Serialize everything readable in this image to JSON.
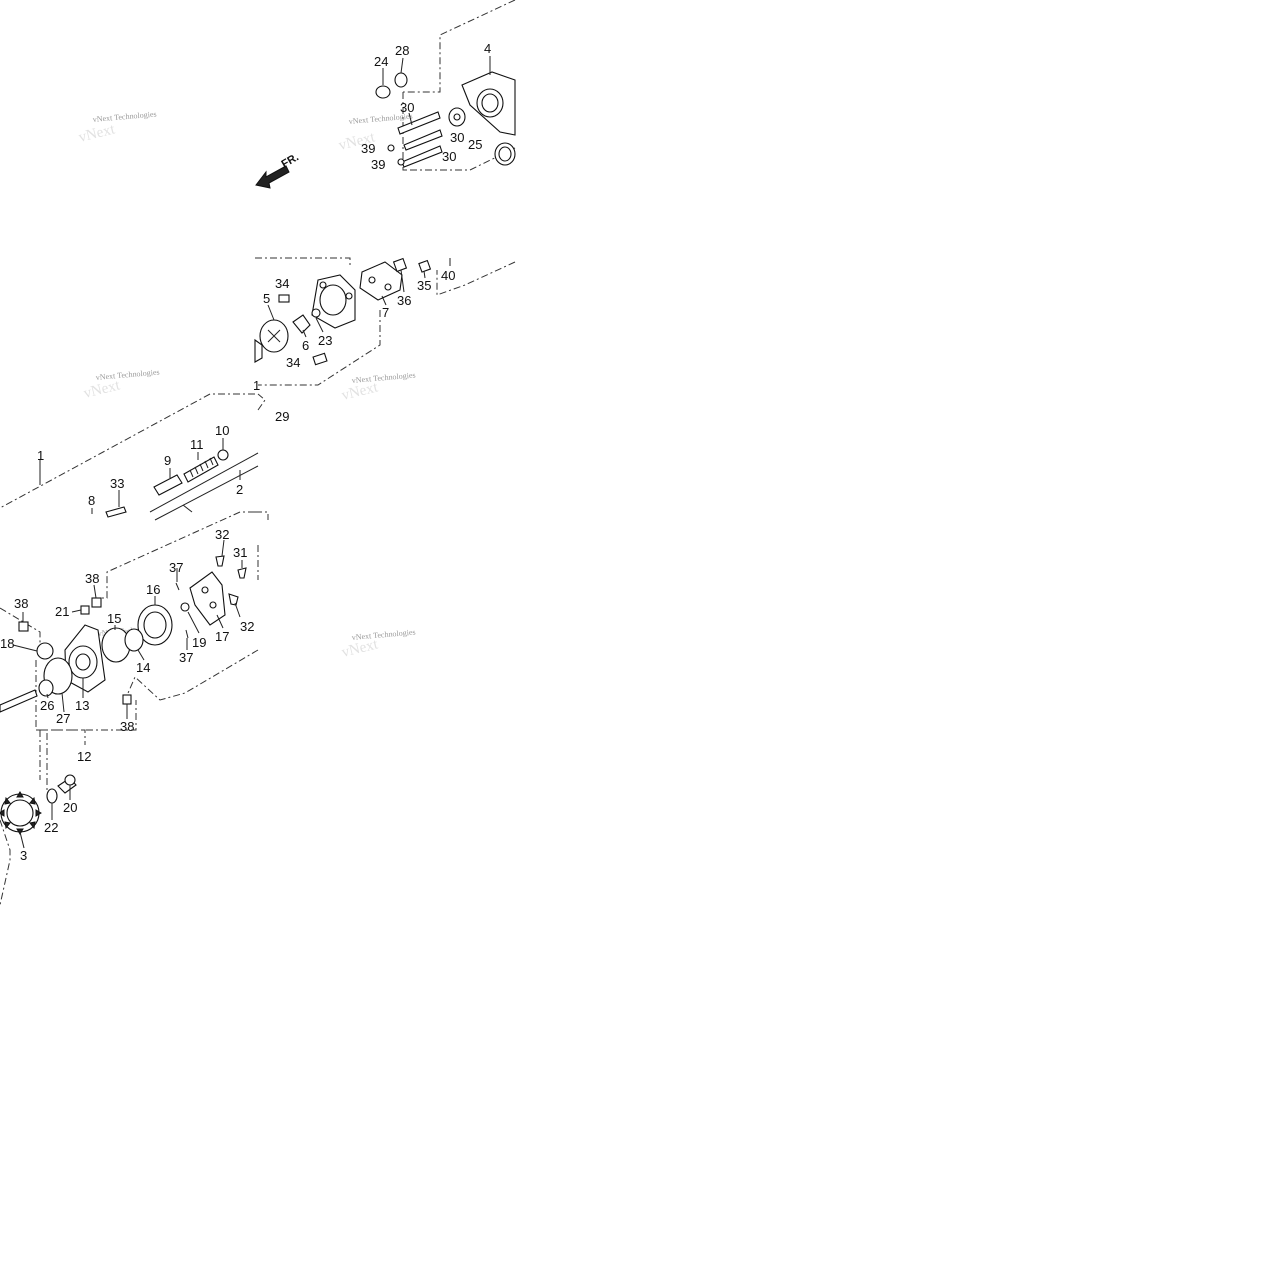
{
  "watermark_text": "vNext Technologies",
  "direction_arrow_label": "FR.",
  "callouts": {
    "p1": "1",
    "p1b": "1",
    "p2": "2",
    "p3": "3",
    "p4": "4",
    "p5": "5",
    "p6": "6",
    "p7": "7",
    "p8": "8",
    "p9": "9",
    "p10": "10",
    "p11": "11",
    "p12": "12",
    "p13": "13",
    "p14": "14",
    "p15": "15",
    "p16": "16",
    "p17": "17",
    "p18": "18",
    "p19": "19",
    "p20": "20",
    "p21": "21",
    "p22": "22",
    "p23": "23",
    "p24": "24",
    "p25": "25",
    "p26": "26",
    "p27": "27",
    "p28": "28",
    "p29": "29",
    "p30a": "30",
    "p30b": "30",
    "p30c": "30",
    "p31": "31",
    "p32a": "32",
    "p32b": "32",
    "p33": "33",
    "p34a": "34",
    "p34b": "34",
    "p35": "35",
    "p36": "36",
    "p37a": "37",
    "p37b": "37",
    "p38a": "38",
    "p38b": "38",
    "p38c": "38",
    "p39a": "39",
    "p39b": "39",
    "p40": "40"
  }
}
